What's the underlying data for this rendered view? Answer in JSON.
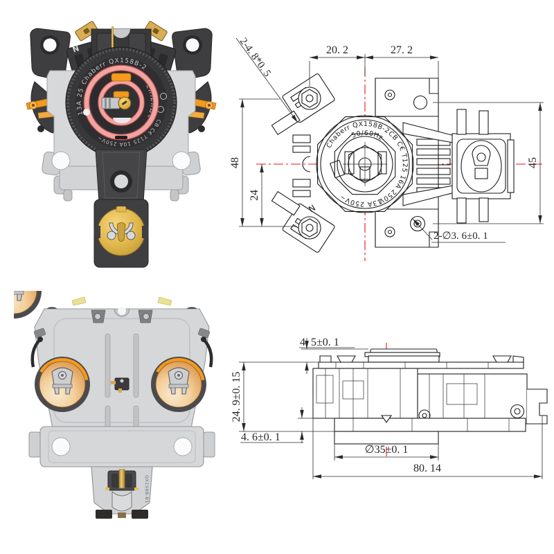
{
  "front_view": {
    "markings": {
      "brand_model": "Chaberr QX158B-2",
      "frequency": "50/60Hz",
      "rating_side": "13A 250V~",
      "rating_bottom": "CB C€ T125 10A 250V~",
      "neutral_mark": "N"
    },
    "colors": {
      "body_dark": "#38383b",
      "ring_pink": "#efa5a2",
      "ring_red_edge": "#d0504c",
      "gold": "#d9ae56",
      "orange": "#f59a1d",
      "base_gray": "#d7d8da"
    }
  },
  "top_view_drawing": {
    "dimensions": {
      "width_left_of_center": "20. 2",
      "width_right_of_center": "27. 2",
      "overall_height": "48",
      "center_to_bottom": "24",
      "right_part_height": "45",
      "slot_callout": "2-4. 8*0. 5",
      "hole_callout": "2-∅3. 6±0. 1"
    },
    "engraving": {
      "brand_model": "Chaberr QX158B-2",
      "frequency": "50/60Hz",
      "rating_right": "CB C€ T125 16A 250V",
      "rating_bottom": "13A 250V~",
      "neutral_mark": "N"
    },
    "line_color": "#1c1c1c",
    "centerline_color": "#fb0d0d"
  },
  "back_view": {
    "markings": {
      "model": "QX158B-B1"
    },
    "colors": {
      "base_gray": "#d6d7d9",
      "copper_light": "#f9ead0",
      "copper_dark": "#d8954e",
      "orange": "#f59a1d",
      "ring_dark": "#4b4b4e"
    }
  },
  "side_view_drawing": {
    "dimensions": {
      "cap_height": "4. 5±0. 1",
      "body_height": "24. 9±0. 15",
      "base_height": "4. 6±0. 1",
      "base_diameter": "∅35±0. 1",
      "overall_length": "80. 14"
    }
  }
}
